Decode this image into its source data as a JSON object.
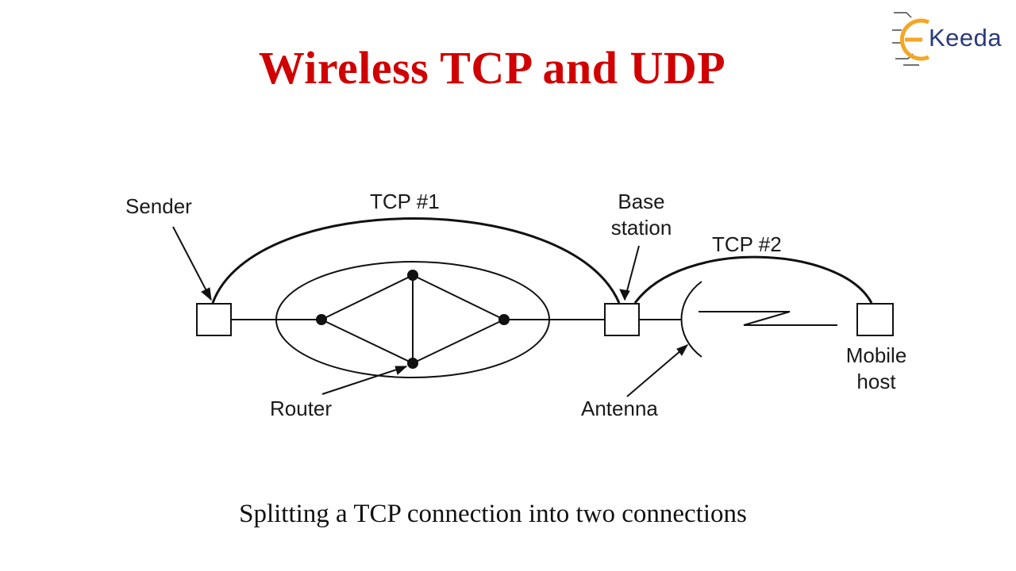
{
  "slide": {
    "title": "Wireless TCP and UDP",
    "caption": "Splitting a TCP connection into two connections",
    "title_color": "#d00000"
  },
  "logo": {
    "text": "Keeda",
    "brand_color": "#f5a623",
    "text_color": "#2a3a7a"
  },
  "diagram": {
    "labels": {
      "sender": "Sender",
      "tcp1": "TCP #1",
      "base_station_line1": "Base",
      "base_station_line2": "station",
      "tcp2": "TCP #2",
      "mobile_host_line1": "Mobile",
      "mobile_host_line2": "host",
      "router": "Router",
      "antenna": "Antenna"
    }
  }
}
